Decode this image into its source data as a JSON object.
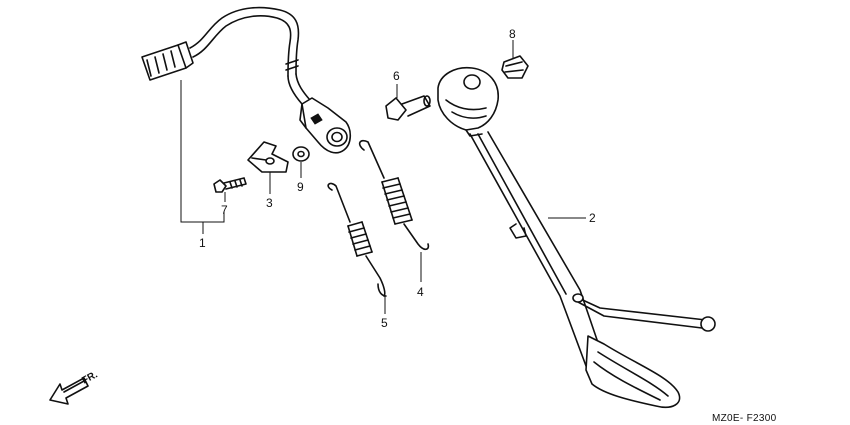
{
  "diagram": {
    "callouts": {
      "p1": "1",
      "p2": "2",
      "p3": "3",
      "p4": "4",
      "p5": "5",
      "p6": "6",
      "p7": "7",
      "p8": "8",
      "p9": "9"
    },
    "direction_label": "FR.",
    "drawing_code": "MZ0E- F2300"
  }
}
